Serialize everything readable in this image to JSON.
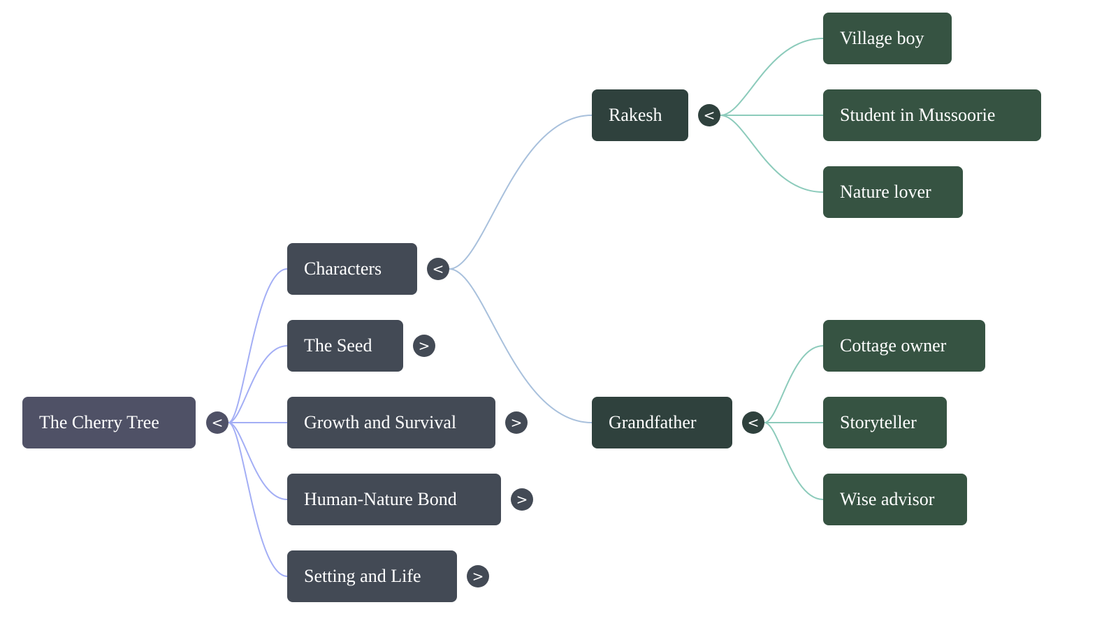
{
  "colors": {
    "root_edge": "#a3aef5",
    "level1_edge": "#a8c0dc",
    "level2_edge": "#8ccbbb"
  },
  "root": {
    "label": "The Cherry Tree",
    "toggle": "<"
  },
  "branches": [
    {
      "label": "Characters",
      "toggle": "<"
    },
    {
      "label": "The Seed",
      "toggle": ">"
    },
    {
      "label": "Growth and Survival",
      "toggle": ">"
    },
    {
      "label": "Human-Nature Bond",
      "toggle": ">"
    },
    {
      "label": "Setting and Life",
      "toggle": ">"
    }
  ],
  "characters": [
    {
      "label": "Rakesh",
      "toggle": "<",
      "traits": [
        "Village boy",
        "Student in Mussoorie",
        "Nature lover"
      ]
    },
    {
      "label": "Grandfather",
      "toggle": "<",
      "traits": [
        "Cottage owner",
        "Storyteller",
        "Wise advisor"
      ]
    }
  ]
}
